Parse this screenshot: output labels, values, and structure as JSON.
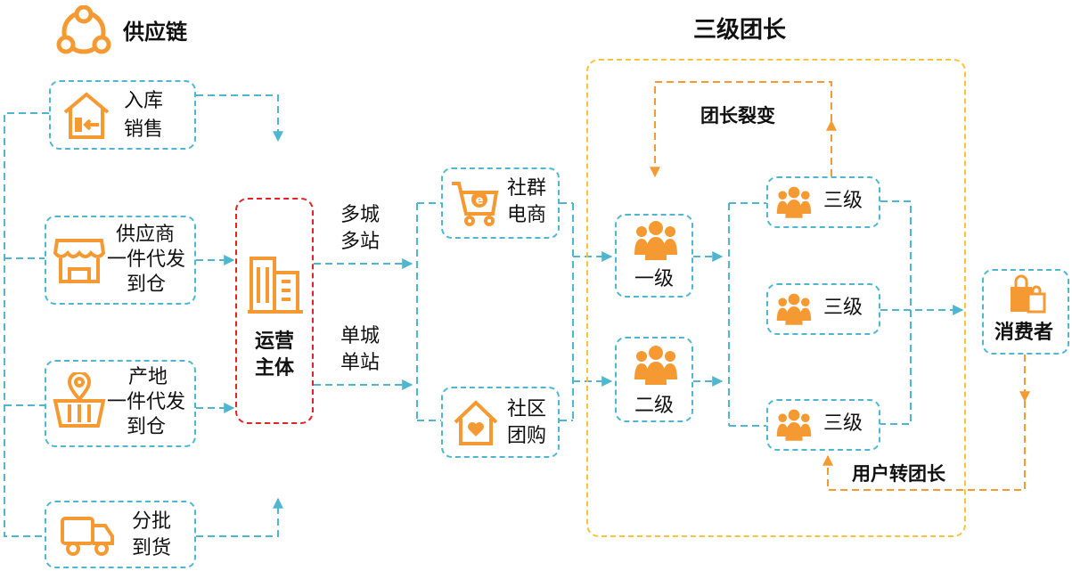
{
  "titles": {
    "supply_chain": "供应链",
    "tier3_leaders": "三级团长",
    "leader_fission": "团长裂变",
    "user_to_leader": "用户转团长"
  },
  "supply": {
    "warehouse": [
      "入库",
      "销售"
    ],
    "supplier": [
      "供应商",
      "一件代发",
      "到仓"
    ],
    "origin": [
      "产地",
      "一件代发",
      "到仓"
    ],
    "batch": [
      "分批",
      "到货"
    ]
  },
  "operator": [
    "运营",
    "主体"
  ],
  "routes": {
    "multi": [
      "多城",
      "多站"
    ],
    "single": [
      "单城",
      "单站"
    ]
  },
  "channels": {
    "social": [
      "社群",
      "电商"
    ],
    "community": [
      "社区",
      "团购"
    ]
  },
  "levels": {
    "level1": "一级",
    "level2": "二级",
    "level3_top": "三级",
    "level3_mid": "三级",
    "level3_bottom": "三级"
  },
  "consumer": "消费者",
  "colors": {
    "dash_blue": "#4fb6cf",
    "orange": "#f59a33",
    "yellow_border": "#f7c23d",
    "red_border": "#e02424"
  },
  "icons": [
    "share-network-icon",
    "warehouse-icon",
    "store-icon",
    "location-basket-icon",
    "truck-icon",
    "buildings-icon",
    "cart-icon",
    "house-heart-icon",
    "group-people-icon",
    "shopping-bags-icon"
  ]
}
